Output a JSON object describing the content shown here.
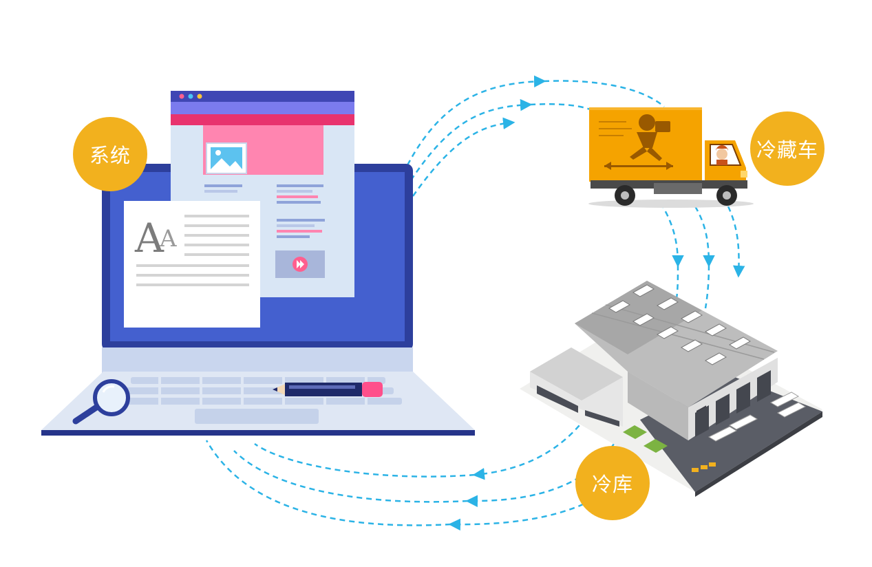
{
  "labels": {
    "system": "系统",
    "truck": "冷藏车",
    "warehouse": "冷库"
  },
  "colors": {
    "badge": "#f2b11e",
    "flow_line": "#2bb3e6",
    "laptop_screen": "#4460cf",
    "truck_body": "#f5a300",
    "page_pink": "#ff85b0"
  },
  "icons": [
    "laptop-icon",
    "web-page-icon",
    "document-icon",
    "magnifier-icon",
    "pen-icon",
    "refrigerated-truck-icon",
    "cold-storage-warehouse-icon"
  ],
  "relations": [
    {
      "from": "系统",
      "to": "冷藏车"
    },
    {
      "from": "冷藏车",
      "to": "冷库"
    },
    {
      "from": "冷库",
      "to": "系统"
    }
  ]
}
